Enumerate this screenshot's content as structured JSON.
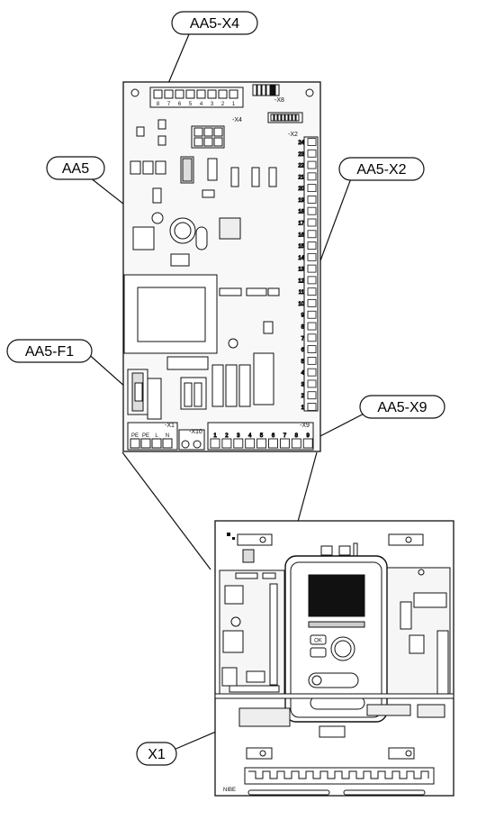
{
  "callouts": {
    "aa5_x4": "AA5-X4",
    "aa5": "AA5",
    "aa5_x2": "AA5-X2",
    "aa5_f1": "AA5-F1",
    "aa5_x9": "AA5-X9",
    "x1": "X1"
  },
  "board_labels": {
    "x4": "-X4",
    "x8": "-X8",
    "x2": "-X2",
    "x1": "-X1",
    "x10": "-X10",
    "x9": "-X9"
  },
  "x4_pins": [
    "8",
    "7",
    "6",
    "5",
    "4",
    "3",
    "2",
    "1"
  ],
  "x2_pins": [
    "24",
    "23",
    "22",
    "21",
    "20",
    "19",
    "18",
    "17",
    "16",
    "15",
    "14",
    "13",
    "12",
    "11",
    "10",
    "9",
    "8",
    "7",
    "6",
    "5",
    "4",
    "3",
    "2",
    "1"
  ],
  "x1_pins": [
    "PE",
    "PE",
    "L",
    "N"
  ],
  "x9_pins": [
    "1",
    "2",
    "3",
    "4",
    "5",
    "6",
    "7",
    "8",
    "9"
  ],
  "display": {
    "ok_label": "OK",
    "back_symbol": "⮌"
  },
  "logo_text": "NIBE"
}
